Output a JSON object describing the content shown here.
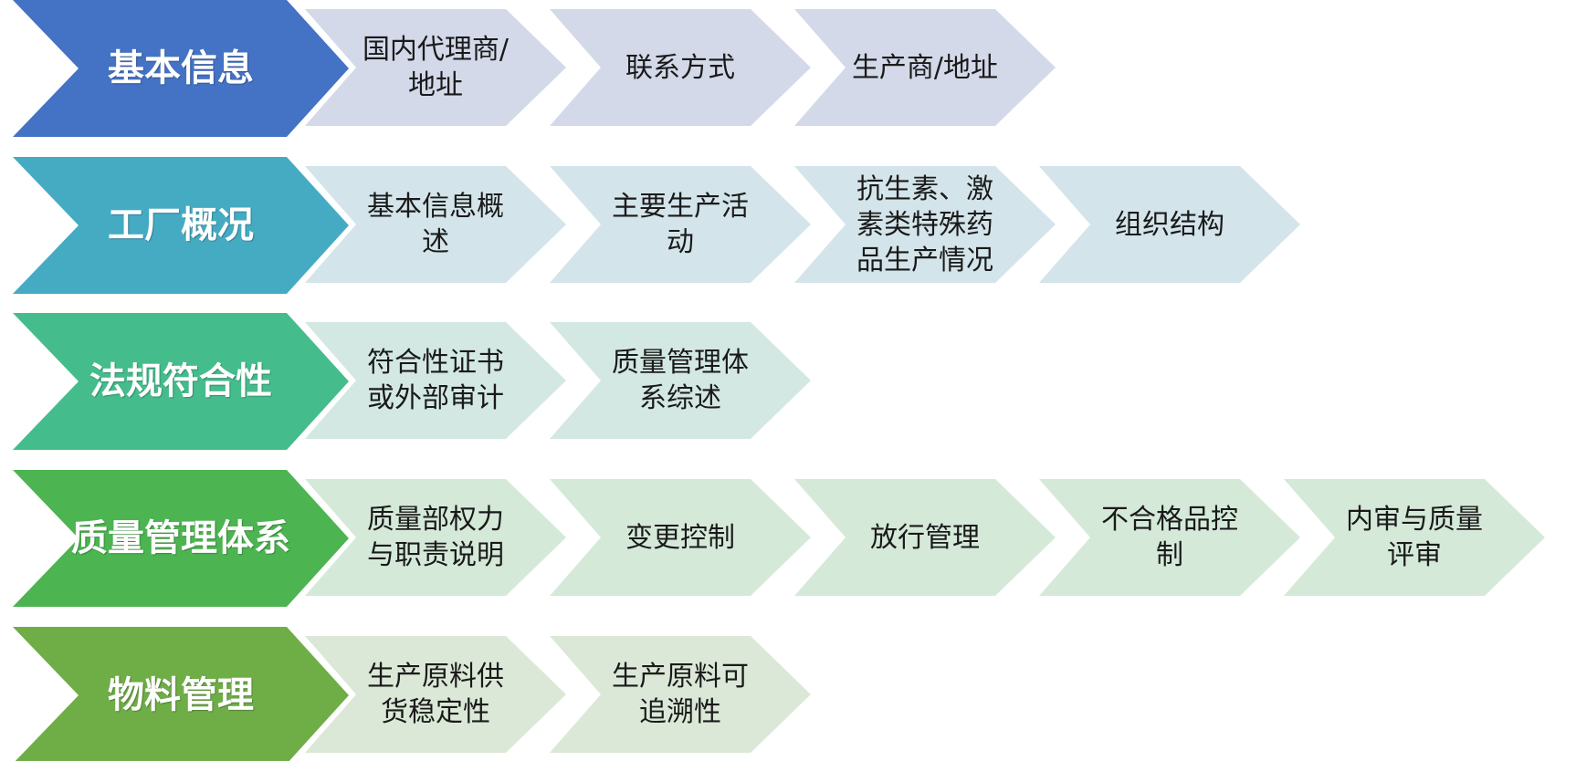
{
  "rows": [
    {
      "title": "基本信息",
      "head_color": "#4472C4",
      "steps_color": "#D3D9E9",
      "steps": [
        "国内代理商/\n地址",
        "联系方式",
        "生产商/地址"
      ]
    },
    {
      "title": "工厂概况",
      "head_color": "#45ABC3",
      "steps_color": "#D3E4EA",
      "steps": [
        "基本信息概\n述",
        "主要生产活\n动",
        "抗生素、激\n素类特殊药\n品生产情况",
        "组织结构"
      ]
    },
    {
      "title": "法规符合性",
      "head_color": "#45BC8C",
      "steps_color": "#D3E8E3",
      "steps": [
        "符合性证书\n或外部审计",
        "质量管理体\n系综述"
      ]
    },
    {
      "title": "质量管理体系",
      "head_color": "#4CB450",
      "steps_color": "#D5E9D9",
      "steps": [
        "质量部权力\n与职责说明",
        "变更控制",
        "放行管理",
        "不合格品控\n制",
        "内审与质量\n评审"
      ]
    },
    {
      "title": "物料管理",
      "head_color": "#6FAD47",
      "steps_color": "#DBE8D7",
      "steps": [
        "生产原料供\n货稳定性",
        "生产原料可\n追溯性"
      ]
    }
  ]
}
